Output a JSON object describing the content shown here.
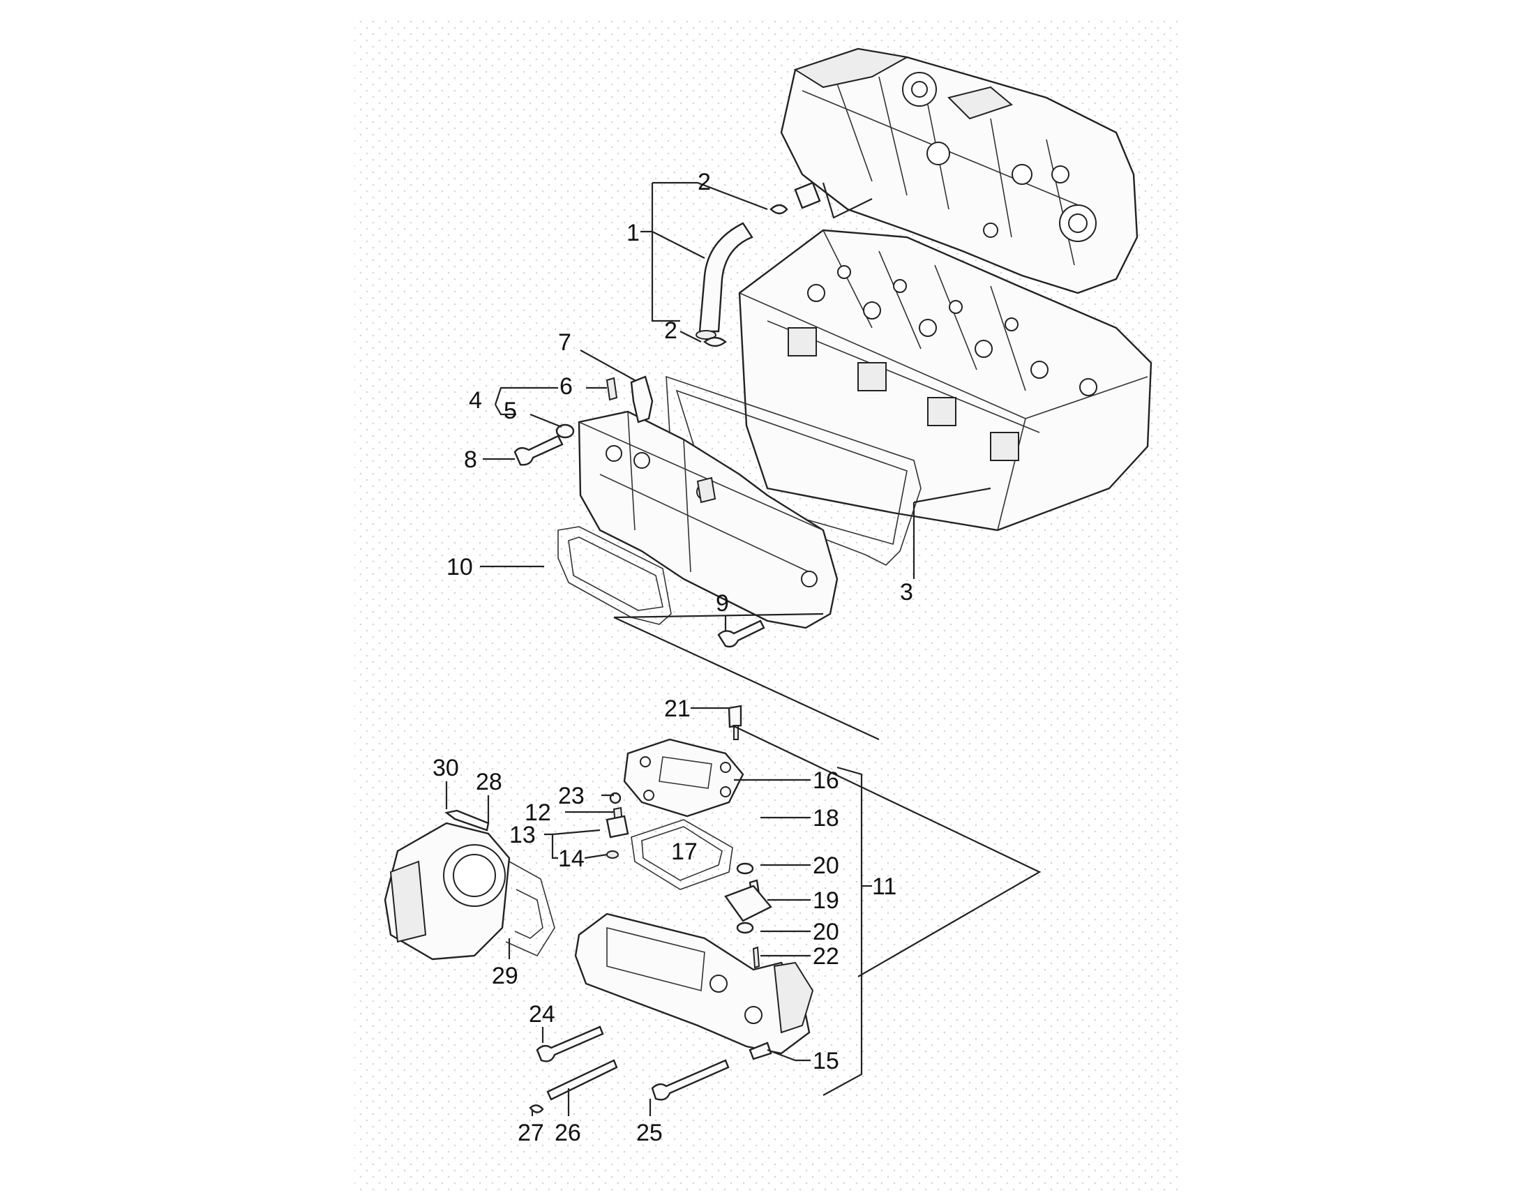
{
  "diagram": {
    "background_color": "#ffffff",
    "dot_panel_color": "#dcdcdc",
    "line_color": "#222222",
    "callouts": [
      {
        "id": "c1",
        "text": "1"
      },
      {
        "id": "c2a",
        "text": "2"
      },
      {
        "id": "c2b",
        "text": "2"
      },
      {
        "id": "c3",
        "text": "3"
      },
      {
        "id": "c4",
        "text": "4"
      },
      {
        "id": "c5",
        "text": "5"
      },
      {
        "id": "c6",
        "text": "6"
      },
      {
        "id": "c7",
        "text": "7"
      },
      {
        "id": "c8",
        "text": "8"
      },
      {
        "id": "c9",
        "text": "9"
      },
      {
        "id": "c10",
        "text": "10"
      },
      {
        "id": "c11",
        "text": "11"
      },
      {
        "id": "c12",
        "text": "12"
      },
      {
        "id": "c13",
        "text": "13"
      },
      {
        "id": "c14",
        "text": "14"
      },
      {
        "id": "c15",
        "text": "15"
      },
      {
        "id": "c16",
        "text": "16"
      },
      {
        "id": "c17",
        "text": "17"
      },
      {
        "id": "c18",
        "text": "18"
      },
      {
        "id": "c19",
        "text": "19"
      },
      {
        "id": "c20a",
        "text": "20"
      },
      {
        "id": "c20b",
        "text": "20"
      },
      {
        "id": "c21",
        "text": "21"
      },
      {
        "id": "c22",
        "text": "22"
      },
      {
        "id": "c23",
        "text": "23"
      },
      {
        "id": "c24",
        "text": "24"
      },
      {
        "id": "c25",
        "text": "25"
      },
      {
        "id": "c26",
        "text": "26"
      },
      {
        "id": "c27",
        "text": "27"
      },
      {
        "id": "c28",
        "text": "28"
      },
      {
        "id": "c29",
        "text": "29"
      },
      {
        "id": "c30",
        "text": "30"
      }
    ]
  }
}
